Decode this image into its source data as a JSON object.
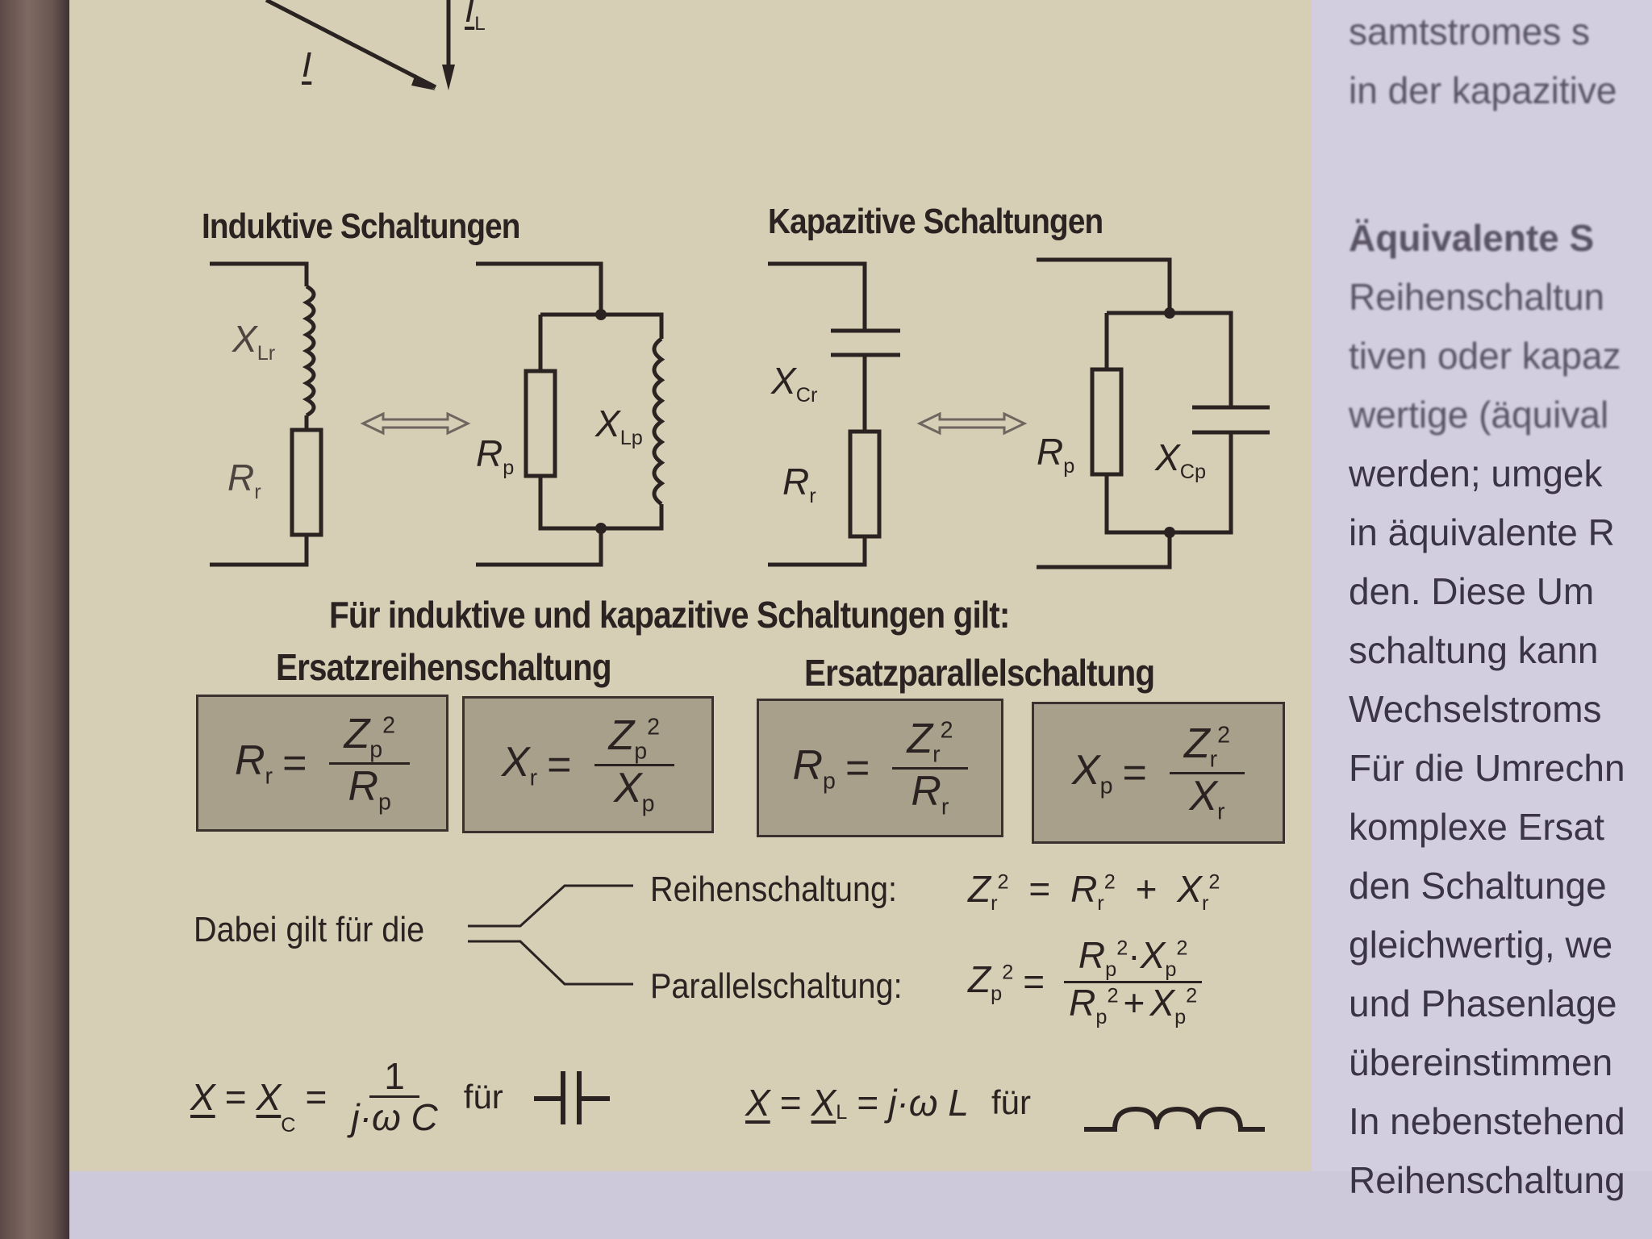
{
  "page": {
    "background_colors": {
      "panel": "#d7ceb6",
      "paper": "#cfcadb",
      "formula_box": "#a9a08c",
      "ink": "#2b2321"
    }
  },
  "phasor_diagram_partial": {
    "label_I": "I",
    "label_IL": "I",
    "label_IL_sub": "L"
  },
  "sections": {
    "inductive_title": "Induktive Schaltungen",
    "capacitive_title": "Kapazitive Schaltungen"
  },
  "circuits": {
    "inductive_series": {
      "reactance_label": "X",
      "reactance_sub": "Lr",
      "resistor_label": "R",
      "resistor_sub": "r"
    },
    "inductive_parallel": {
      "resistor_label": "R",
      "resistor_sub": "p",
      "reactance_label": "X",
      "reactance_sub": "Lp"
    },
    "capacitive_series": {
      "reactance_label": "X",
      "reactance_sub": "Cr",
      "resistor_label": "R",
      "resistor_sub": "r"
    },
    "capacitive_parallel": {
      "resistor_label": "R",
      "resistor_sub": "p",
      "reactance_label": "X",
      "reactance_sub": "Cp"
    },
    "equivalence_arrow": "⇔"
  },
  "general": {
    "statement": "Für induktive und kapazitive Schaltungen gilt:",
    "series_equivalent_title": "Ersatzreihenschaltung",
    "parallel_equivalent_title": "Ersatzparallelschaltung"
  },
  "formula_boxes": [
    {
      "lhs": "R",
      "lhs_sub": "r",
      "eq": "=",
      "num": "Z",
      "num_sub": "p",
      "num_sup": "2",
      "den": "R",
      "den_sub": "p"
    },
    {
      "lhs": "X",
      "lhs_sub": "r",
      "eq": "=",
      "num": "Z",
      "num_sub": "p",
      "num_sup": "2",
      "den": "X",
      "den_sub": "p"
    },
    {
      "lhs": "R",
      "lhs_sub": "p",
      "eq": "=",
      "num": "Z",
      "num_sub": "r",
      "num_sup": "2",
      "den": "R",
      "den_sub": "r"
    },
    {
      "lhs": "X",
      "lhs_sub": "p",
      "eq": "=",
      "num": "Z",
      "num_sub": "r",
      "num_sup": "2",
      "den": "X",
      "den_sub": "r"
    }
  ],
  "relations": {
    "intro": "Dabei gilt für die",
    "series_label": "Reihenschaltung:",
    "series_formula": {
      "z": "Z",
      "z_sub": "r",
      "sup": "2",
      "eq": "=",
      "a": "R",
      "a_sub": "r",
      "plus": "+",
      "b": "X",
      "b_sub": "r"
    },
    "parallel_label": "Parallelschaltung:",
    "parallel_formula": {
      "z": "Z",
      "z_sub": "p",
      "sup": "2",
      "eq": "=",
      "num_a": "R",
      "num_a_sub": "p",
      "dot": "·",
      "num_b": "X",
      "num_b_sub": "p",
      "den_a": "R",
      "den_a_sub": "p",
      "plus": "+",
      "den_b": "X",
      "den_b_sub": "p"
    }
  },
  "reactance_defs": {
    "capacitive": {
      "x": "X",
      "eq1": "=",
      "xc": "X",
      "xc_sub": "C",
      "eq2": "=",
      "num": "1",
      "den": "j·ω C",
      "fuer": "für"
    },
    "inductive": {
      "x": "X",
      "eq1": "=",
      "xl": "X",
      "xl_sub": "L",
      "eq2": "=",
      "rhs": "j·ω L",
      "fuer": "für"
    }
  },
  "right_column": {
    "lines": [
      {
        "text": "samtstromes s",
        "bold": false,
        "blurry": true
      },
      {
        "text": "in der kapazitive",
        "bold": false,
        "blurry": true
      },
      {
        "text": "",
        "bold": false,
        "blurry": false
      },
      {
        "text": "Äquivalente S",
        "bold": true,
        "blurry": true
      },
      {
        "text": "Reihenschaltun",
        "bold": false,
        "blurry": true
      },
      {
        "text": "tiven oder kapaz",
        "bold": false,
        "blurry": true
      },
      {
        "text": "wertige (äquival",
        "bold": false,
        "blurry": true
      },
      {
        "text": "werden; umgek",
        "bold": false,
        "blurry": false
      },
      {
        "text": "in äquivalente R",
        "bold": false,
        "blurry": false
      },
      {
        "text": "den. Diese Um",
        "bold": false,
        "blurry": false
      },
      {
        "text": "schaltung kann",
        "bold": false,
        "blurry": false
      },
      {
        "text": "Wechselstroms",
        "bold": false,
        "blurry": false
      },
      {
        "text": "Für die Umrechn",
        "bold": false,
        "blurry": false
      },
      {
        "text": "komplexe Ersat",
        "bold": false,
        "blurry": false
      },
      {
        "text": "den Schaltunge",
        "bold": false,
        "blurry": false
      },
      {
        "text": "gleichwertig, we",
        "bold": false,
        "blurry": false
      },
      {
        "text": "und Phasenlage",
        "bold": false,
        "blurry": false
      },
      {
        "text": "übereinstimmen",
        "bold": false,
        "blurry": false
      },
      {
        "text": "In nebenstehend",
        "bold": false,
        "blurry": false
      },
      {
        "text": "Reihenschaltung",
        "bold": false,
        "blurry": false
      }
    ]
  }
}
